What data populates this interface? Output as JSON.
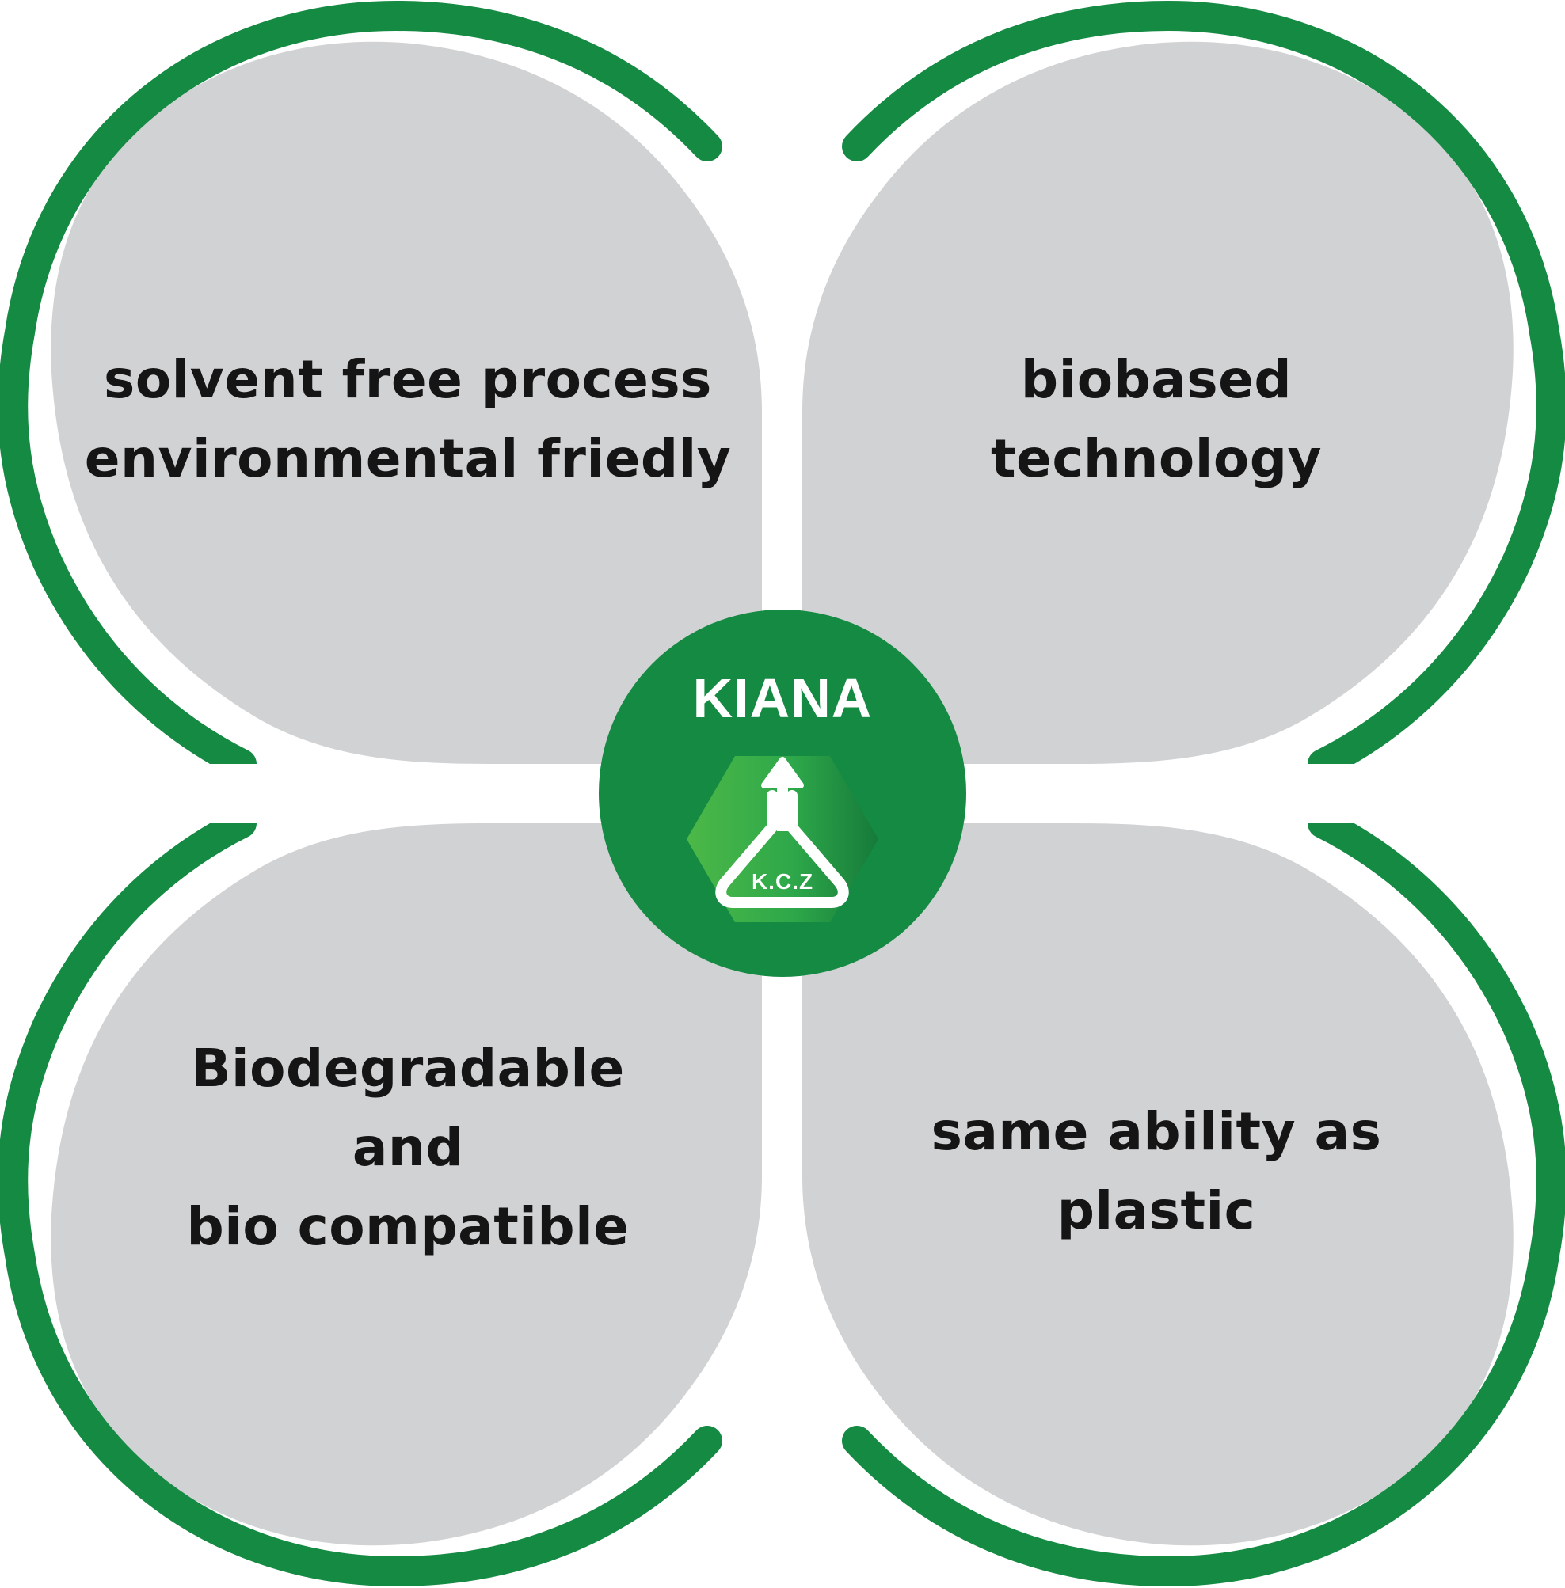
{
  "colors": {
    "ring": "#148a42",
    "petal": "#d1d2d4",
    "center": "#148a42",
    "hex_light": "#4cb847",
    "hex_dark": "#167a3a",
    "text": "#151515",
    "white": "#ffffff"
  },
  "center": {
    "brand": "KIANA",
    "logo_text": "K.C.Z",
    "logo_icon": "flask-arrow-icon"
  },
  "petals": {
    "top_left": {
      "lines": [
        "solvent free process",
        "environmental friedly"
      ]
    },
    "top_right": {
      "lines": [
        "biobased",
        "technology"
      ]
    },
    "bottom_left": {
      "lines": [
        "Biodegradable",
        "and",
        "bio compatible"
      ]
    },
    "bottom_right": {
      "lines": [
        "same ability as",
        "plastic"
      ]
    }
  }
}
